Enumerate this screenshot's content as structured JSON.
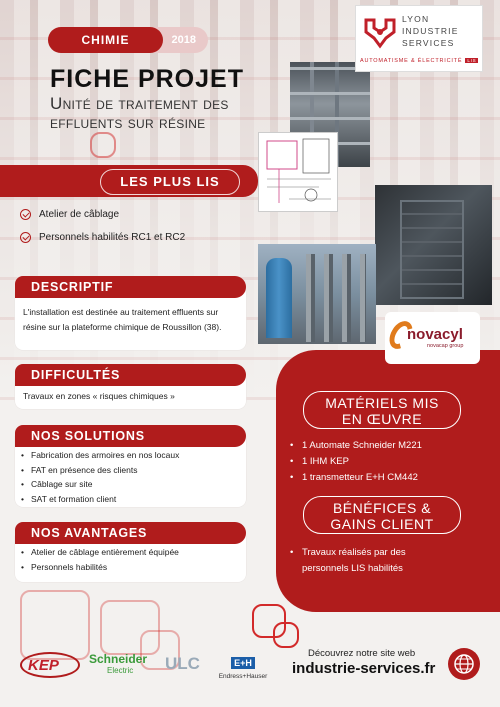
{
  "header": {
    "category": "CHIMIE",
    "year": "2018",
    "title": "FICHE PROJET",
    "subtitle": "Unité de traitement des effluents sur résine"
  },
  "logo": {
    "line1": "LYON",
    "line2": "INDUSTRIE",
    "line3": "SERVICES",
    "tagline": "AUTOMATISME & ÉLECTRICITÉ",
    "badge": "LIS"
  },
  "plus_lis": {
    "title": "LES PLUS LIS",
    "items": [
      "Atelier de câblage",
      "Personnels habilités RC1 et RC2"
    ]
  },
  "partner": {
    "name": "novacyl",
    "sub": "novacap group"
  },
  "descriptif": {
    "title": "DESCRIPTIF",
    "text": "L'installation est destinée au traitement effluents sur résine sur la plateforme chimique de Roussillon (38)."
  },
  "difficultes": {
    "title": "DIFFICULTÉS",
    "text": "Travaux en zones « risques chimiques »"
  },
  "solutions": {
    "title": "NOS SOLUTIONS",
    "items": [
      "Fabrication des armoires en nos locaux",
      "FAT en présence des clients",
      "Câblage sur site",
      "SAT et formation client"
    ]
  },
  "avantages": {
    "title": "NOS AVANTAGES",
    "items": [
      "Atelier de câblage entièrement équipée",
      "Personnels habilités"
    ]
  },
  "materiels": {
    "title_line1": "MATÉRIELS MIS",
    "title_line2": "EN ŒUVRE",
    "items": [
      "1 Automate Schneider M221",
      "1 IHM KEP",
      "1 transmetteur E+H CM442"
    ]
  },
  "benefices": {
    "title_line1": "BÉNÉFICES &",
    "title_line2": "GAINS CLIENT",
    "items": [
      "Travaux réalisés par des personnels LIS habilités"
    ]
  },
  "footer": {
    "kep": "KEP",
    "schneider": "Schneider",
    "schneider_sub": "Electric",
    "ulc": "ULC",
    "eh_mark": "E+H",
    "eh_name": "Endress+Hauser",
    "site_caption": "Découvrez notre site web",
    "site_url": "industrie-services.fr"
  },
  "icons": {
    "check": "check-circle-icon",
    "globe": "globe-icon"
  },
  "colors": {
    "accent": "#b01c1c",
    "accent_light": "#e9c9c9"
  }
}
